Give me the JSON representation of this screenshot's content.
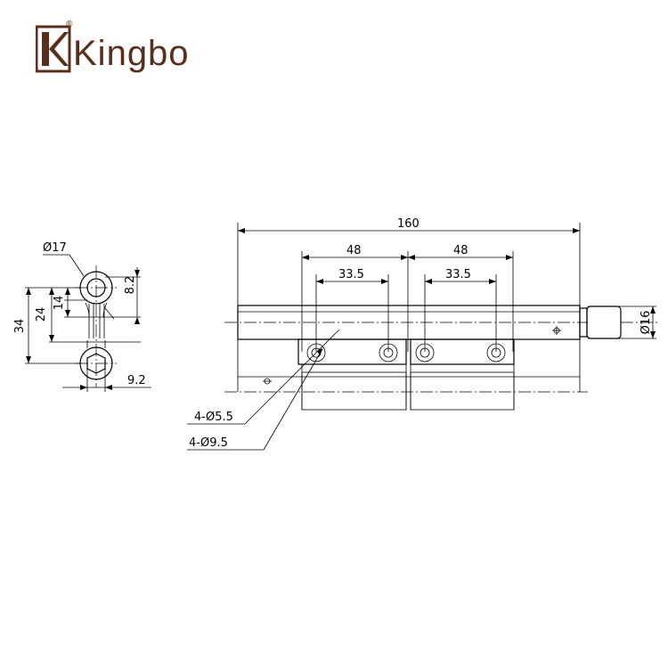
{
  "brand": {
    "name": "Kingbo",
    "registered_mark": "®",
    "color": "#5a2e1c"
  },
  "side_view": {
    "dia_outer": "Ø17",
    "dim_8_2": "8.2",
    "dim_34": "34",
    "dim_24": "24",
    "dim_14": "14",
    "dim_9_2": "9.2"
  },
  "front_view": {
    "overall_length": "160",
    "pitch_left": "48",
    "pitch_right": "48",
    "inner_left": "33.5",
    "inner_right": "33.5",
    "pin_dia": "Ø16",
    "hole_small": "4-Ø5.5",
    "hole_large": "4-Ø9.5"
  }
}
